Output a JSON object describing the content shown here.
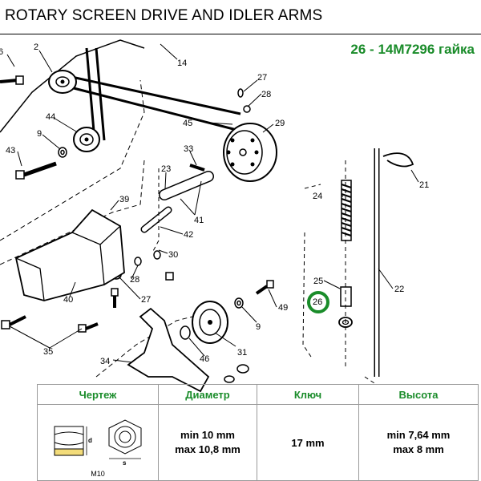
{
  "header": {
    "title": "ROTARY SCREEN DRIVE AND IDLER ARMS",
    "subtitle": "26 - 14M7296 гайка",
    "highlight_color": "#1a8c2a"
  },
  "diagram": {
    "callouts": [
      "6",
      "2",
      "14",
      "27",
      "28",
      "44",
      "45",
      "29",
      "9",
      "43",
      "33",
      "23",
      "24",
      "21",
      "39",
      "41",
      "42",
      "30",
      "25",
      "26",
      "22",
      "28",
      "40",
      "27",
      "49",
      "9",
      "35",
      "34",
      "46",
      "31"
    ],
    "highlighted_callout": "26"
  },
  "spec_table": {
    "headers": [
      "Чертеж",
      "Диаметр",
      "Ключ",
      "Высота"
    ],
    "drawing_label": "M10",
    "drawing_dim_d": "d",
    "drawing_dim_s": "s",
    "diameter": [
      "min 10 mm",
      "max 10,8 mm"
    ],
    "wrench": "17 mm",
    "height": [
      "min 7,64 mm",
      "max 8 mm"
    ]
  }
}
